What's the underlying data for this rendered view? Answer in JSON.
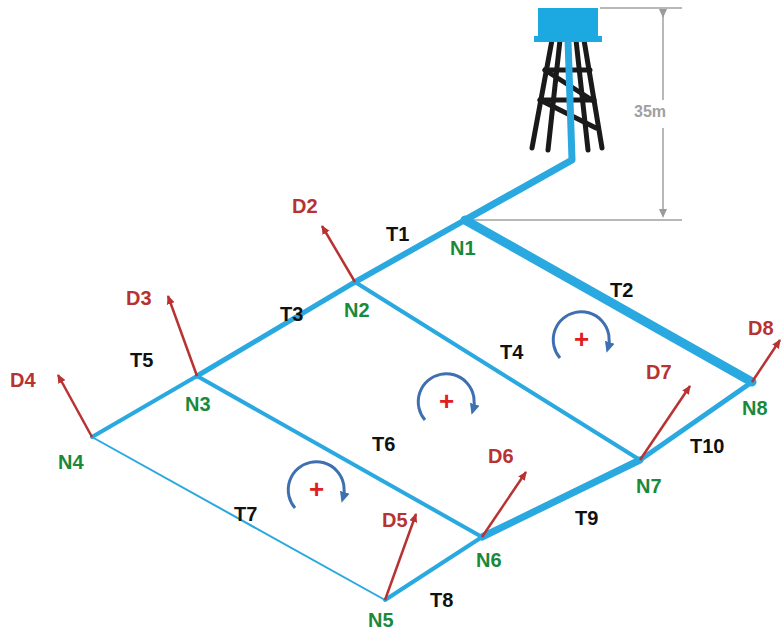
{
  "diagram": {
    "labels": [
      "35m",
      "T1",
      "T2",
      "T3",
      "T4",
      "T5",
      "T6",
      "T7",
      "T8",
      "T9",
      "T10",
      "N1",
      "N2",
      "N3",
      "N4",
      "N5",
      "N6",
      "N7",
      "N8",
      "D2",
      "D3",
      "D4",
      "D5",
      "D6",
      "D7",
      "D8",
      "+",
      "+",
      "+"
    ]
  }
}
